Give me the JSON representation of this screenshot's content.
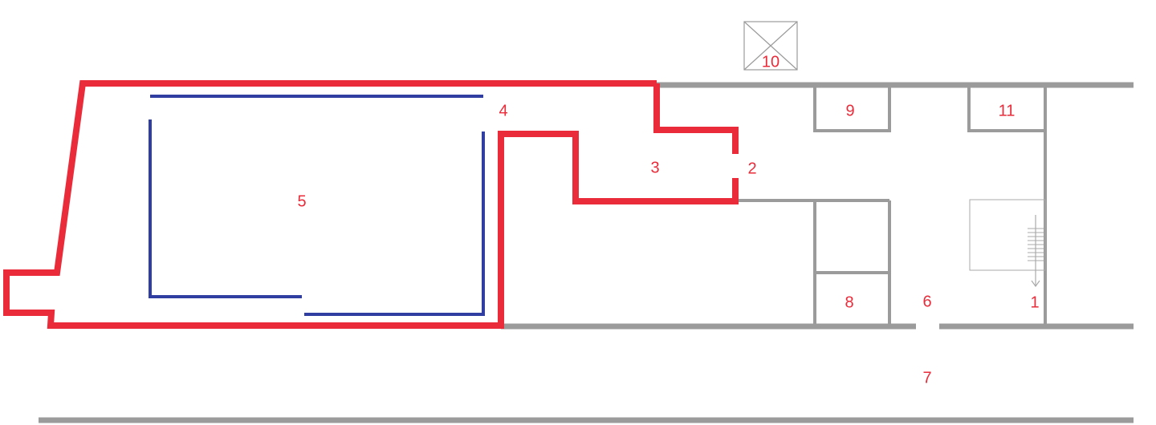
{
  "colors": {
    "background": "#ffffff",
    "wall": "#9b9b9b",
    "highlight_outline": "#ea2c3a",
    "inner_outline": "#2f3ea0",
    "label": "#ea2c3a",
    "stair": "#a9a9a9"
  },
  "labels": {
    "l1": "1",
    "l2": "2",
    "l3": "3",
    "l4": "4",
    "l5": "5",
    "l6": "6",
    "l7": "7",
    "l8": "8",
    "l9": "9",
    "l10": "10",
    "l11": "11"
  },
  "icons": {
    "stair_direction": "down-arrow-icon",
    "column": "cross-box-icon"
  }
}
